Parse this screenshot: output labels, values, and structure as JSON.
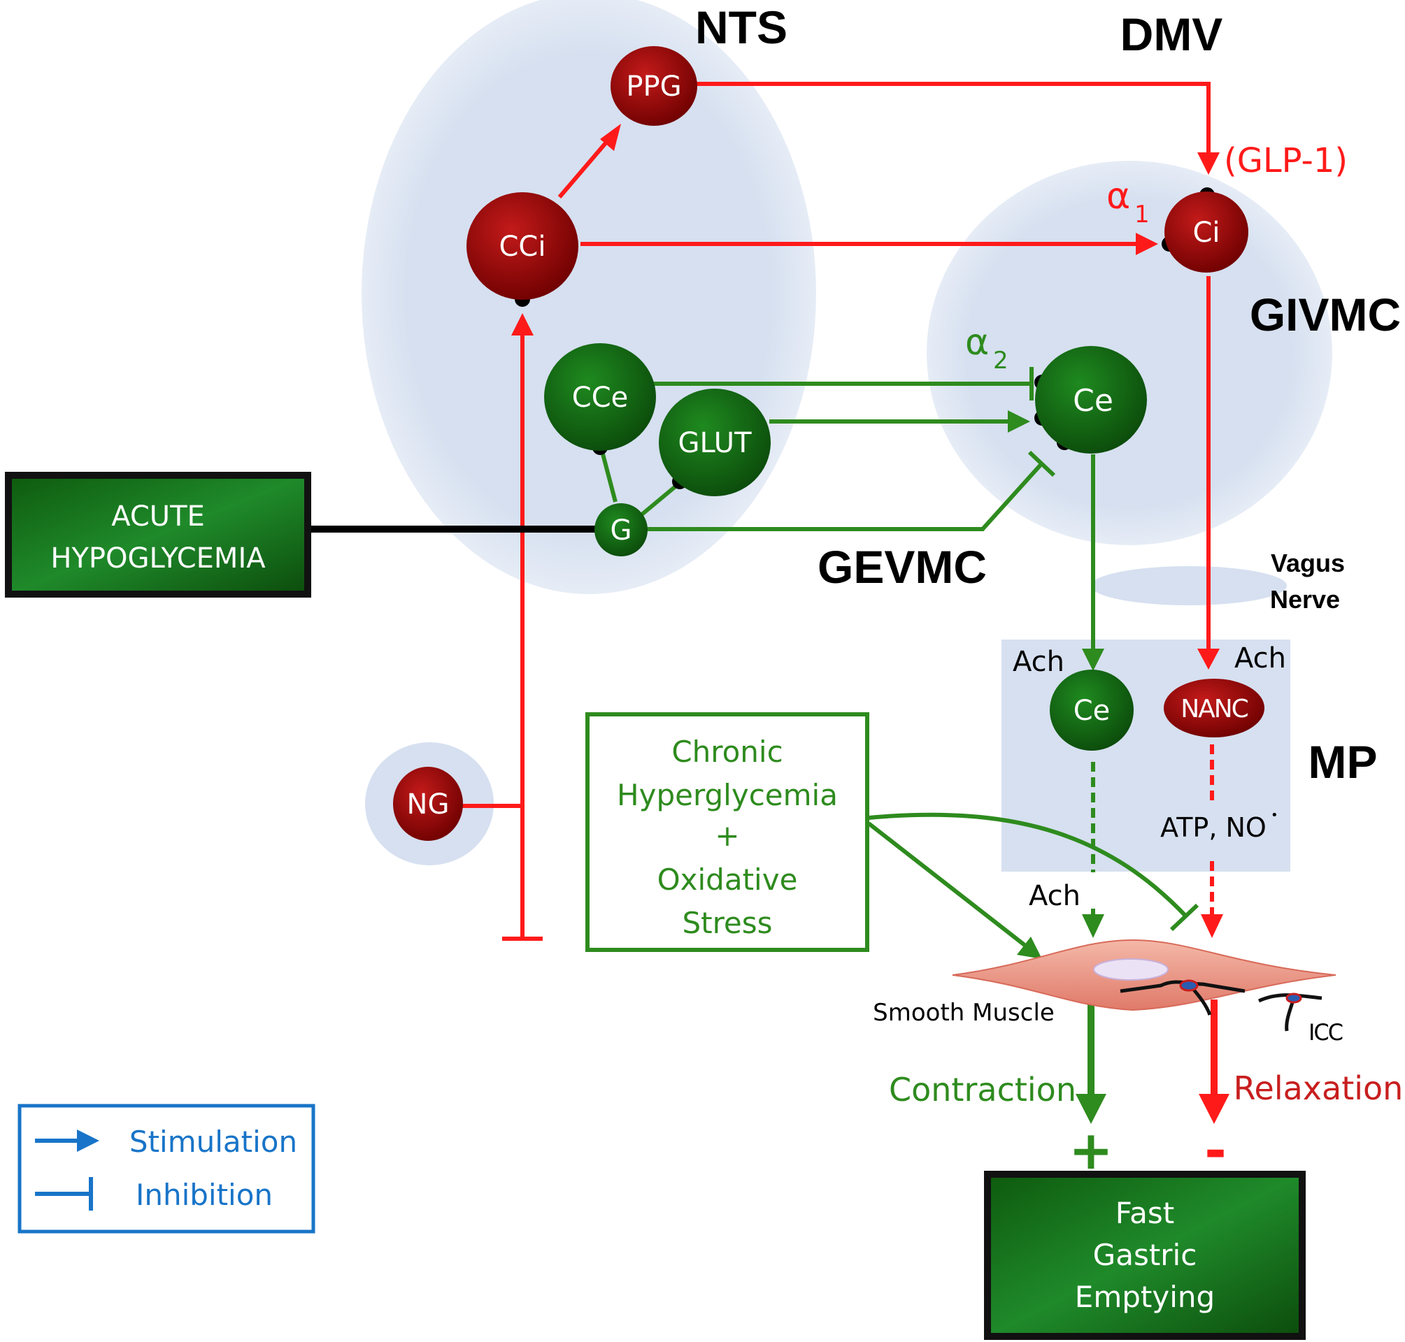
{
  "regions": {
    "nts": "NTS",
    "dmv": "DMV",
    "givmc": "GIVMC",
    "gevmc": "GEVMC",
    "mp": "MP",
    "vagus_line1": "Vagus",
    "vagus_line2": "Nerve"
  },
  "nodes": {
    "ppg": "PPG",
    "cci": "CCi",
    "ci": "Ci",
    "cce": "CCe",
    "glut": "GLUT",
    "g": "G",
    "ce_top": "Ce",
    "ce_mp": "Ce",
    "nanc": "NANC",
    "ng": "NG"
  },
  "labels": {
    "glp1": "(GLP-1)",
    "alpha": "α",
    "alpha1_sub": "1",
    "alpha2_sub": "2",
    "ach_left": "Ach",
    "ach_right": "Ach",
    "ach_lower": "Ach",
    "atp_no": "ATP, NO",
    "atp_no_dot": "•",
    "smooth_muscle": "Smooth Muscle",
    "icc": "ICC",
    "contraction": "Contraction",
    "relaxation": "Relaxation",
    "plus": "+",
    "minus": "-"
  },
  "boxes": {
    "acute": [
      "ACUTE",
      "HYPOGLYCEMIA"
    ],
    "chronic": [
      "Chronic",
      "Hyperglycemia",
      "+",
      "Oxidative",
      "Stress"
    ],
    "outcome": [
      "Fast",
      "Gastric",
      "Emptying"
    ]
  },
  "legend": {
    "stimulation": "Stimulation",
    "inhibition": "Inhibition"
  },
  "colors": {
    "inhibitory_pathway": "#ff1a1a",
    "excitatory_pathway": "#2e8b1e",
    "region_fill": "#d6e0f0",
    "legend": "#1874c8"
  }
}
